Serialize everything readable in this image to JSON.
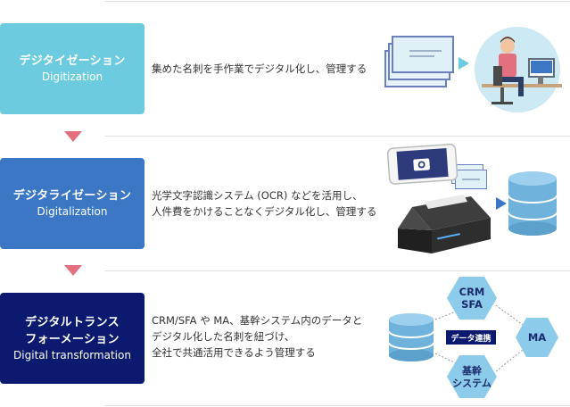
{
  "stages": [
    {
      "title_jp": "デジタイゼーション",
      "title_en": "Digitization",
      "desc": [
        "集めた名刺を手作業でデジタル化し、管理する"
      ],
      "color": "#6ccbde"
    },
    {
      "title_jp": "デジタライゼーション",
      "title_en": "Digitalization",
      "desc": [
        "光学文字認識システム (OCR) などを活用し、",
        "人件費をかけることなくデジタル化し、管理する"
      ],
      "color": "#3b77c5"
    },
    {
      "title_jp": "デジタルトランス",
      "title_jp2": "フォーメーション",
      "title_en": "Digital transformation",
      "desc": [
        "CRM/SFA や MA、基幹システム内のデータと",
        "デジタル化した名刺を紐づけ、",
        "全社で共通活用できるよう管理する"
      ],
      "color": "#0b1a6e"
    }
  ],
  "arrow_color": "#e2707f",
  "network": {
    "crm_line1": "CRM",
    "crm_line2": "SFA",
    "ma": "MA",
    "core_line1": "基幹",
    "core_line2": "システム",
    "link_label": "データ連携"
  },
  "icons": [
    "business-cards-icon",
    "office-worker-icon",
    "smartphone-camera-icon",
    "document-scanner-icon",
    "database-icon"
  ]
}
